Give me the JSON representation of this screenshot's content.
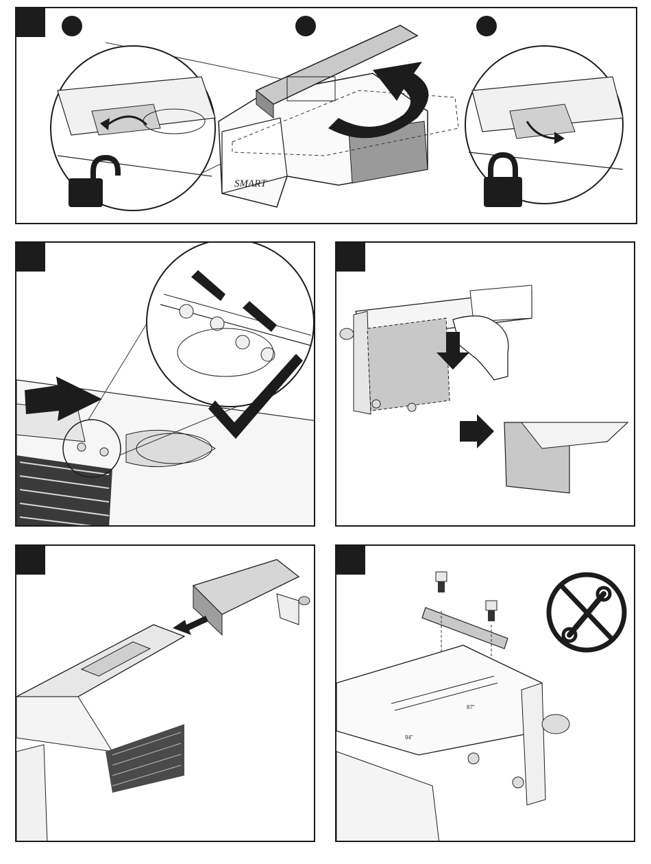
{
  "panel1": {
    "brand_logo": "SMART",
    "unlock_icon": "padlock-open-icon",
    "lock_icon": "padlock-closed-icon",
    "rotate_icon": "rotate-arrow-icon"
  },
  "panel2": {
    "confirm_icon": "checkmark-icon"
  },
  "panel3": {},
  "panel4": {},
  "panel5": {
    "slot_label_left": "94\"",
    "slot_label_right": "87\"",
    "prohibit_icon": "no-wrench-icon"
  },
  "colors": {
    "ink": "#1c1c1c",
    "shade": "#c8c8c8",
    "light": "#ececec"
  }
}
